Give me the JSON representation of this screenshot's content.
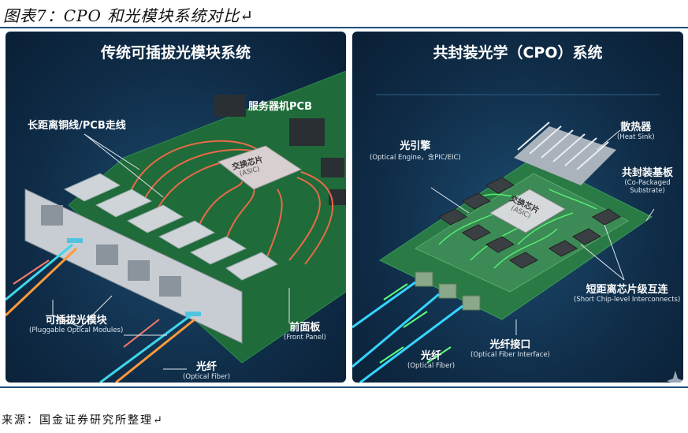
{
  "figure_title": "图表7：CPO 和光模块系统对比↵",
  "left": {
    "title": "传统可插拔光模块系统",
    "pcb_label": "服务器机PCB",
    "trace_label": "长距离铜线/PCB走线",
    "asic_cn": "交换芯片",
    "asic_en": "(ASIC)",
    "module_cn": "可插拔光模块",
    "module_en": "(Pluggable Optical Modules)",
    "panel_cn": "前面板",
    "panel_en": "(Front Panel)",
    "fiber_cn": "光纤",
    "fiber_en": "(Optical Fiber)"
  },
  "right": {
    "title": "共封装光学（CPO）系统",
    "heatsink_cn": "散热器",
    "heatsink_en": "(Heat Sink)",
    "engine_cn": "光引擎",
    "engine_en": "(Optical Engine，含PIC/EIC)",
    "substrate_cn": "共封装基板",
    "substrate_en1": "(Co-Packaged",
    "substrate_en2": "Substrate)",
    "asic_cn": "交换芯片",
    "asic_en": "(ASIC)",
    "interconnect_cn": "短距离芯片级互连",
    "interconnect_en": "(Short Chip-level Interconnects)",
    "interface_cn": "光纤接口",
    "interface_en": "(Optical Fiber Interface)",
    "fiber_cn": "光纤",
    "fiber_en": "(Optical Fiber)"
  },
  "source": "来源：国金证券研究所整理↵"
}
